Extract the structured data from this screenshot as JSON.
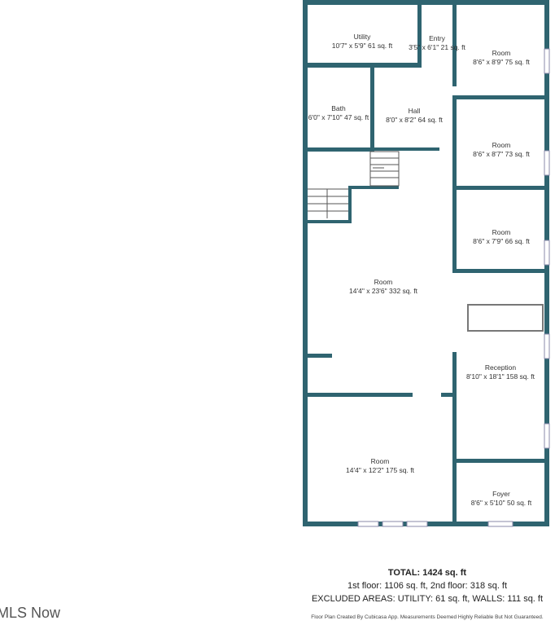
{
  "rooms": [
    {
      "name": "Utility",
      "dims": "10'7\" x 5'9\" 61 sq. ft"
    },
    {
      "name": "Entry",
      "dims": "3'5\" x 6'1\" 21 sq. ft"
    },
    {
      "name": "Room",
      "dims": "8'6\" x 8'9\" 75 sq. ft"
    },
    {
      "name": "Bath",
      "dims": "6'0\" x 7'10\" 47 sq. ft"
    },
    {
      "name": "Hall",
      "dims": "8'0\" x 8'2\" 64 sq. ft"
    },
    {
      "name": "Room",
      "dims": "8'6\" x 8'7\" 73 sq. ft"
    },
    {
      "name": "Room",
      "dims": "8'6\" x 7'9\" 66 sq. ft"
    },
    {
      "name": "Room",
      "dims": "14'4\" x 23'6\" 332 sq. ft"
    },
    {
      "name": "Reception",
      "dims": "8'10\" x 18'1\" 158 sq. ft"
    },
    {
      "name": "Room",
      "dims": "14'4\" x 12'2\" 175 sq. ft"
    },
    {
      "name": "Foyer",
      "dims": "8'6\" x 5'10\" 50 sq. ft"
    }
  ],
  "summary": {
    "total": "TOTAL: 1424 sq. ft",
    "floors": "1st floor: 1106 sq. ft, 2nd floor: 318 sq. ft",
    "excluded": "EXCLUDED AREAS: UTILITY: 61 sq. ft, WALLS: 111 sq. ft",
    "credit": "Floor Plan Created By Cubicasa App. Measurements Deemed Highly Reliable But Not Guaranteed."
  },
  "watermark": "MLS Now",
  "colors": {
    "wall": "#2f6470"
  }
}
